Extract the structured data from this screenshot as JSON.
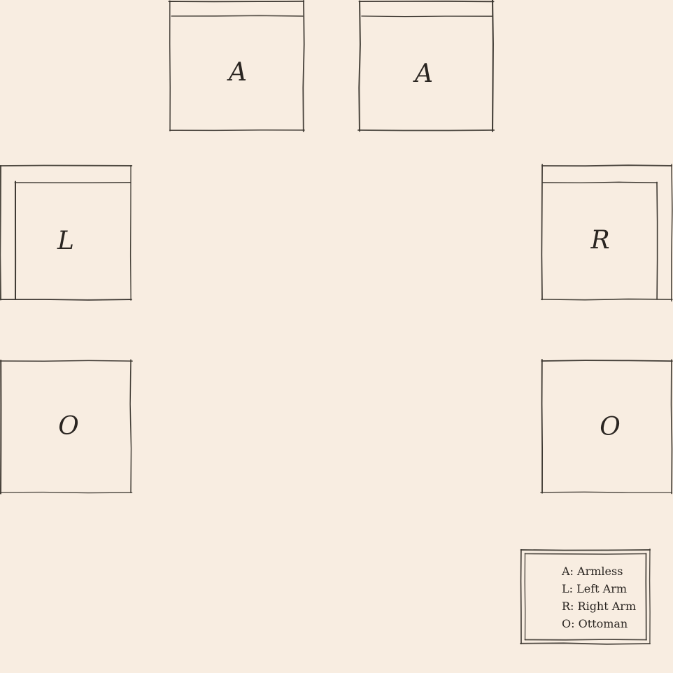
{
  "plan": {
    "units": [
      {
        "label": "A"
      },
      {
        "label": "A"
      },
      {
        "label": "L"
      },
      {
        "label": "R"
      },
      {
        "label": "O"
      },
      {
        "label": "O"
      }
    ]
  },
  "legend": {
    "entries": [
      "A: Armless",
      "L: Left Arm",
      "R: Right Arm",
      "O: Ottoman"
    ]
  },
  "colors": {
    "background": "#f8ede1",
    "stroke": "#3b362f",
    "text": "#2a2521"
  }
}
